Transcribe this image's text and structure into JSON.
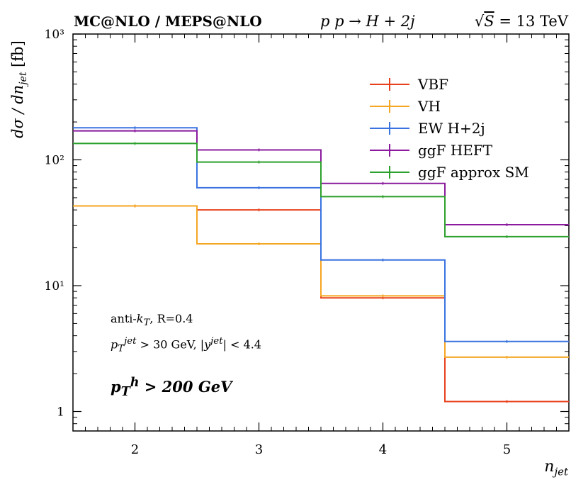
{
  "header": {
    "left": "MC@NLO / MEPS@NLO",
    "middle": "pp → H + 2j",
    "right": "√S = 13 TeV"
  },
  "annotations": {
    "line1": "anti-kT, R=0.4",
    "line2": "pT^jet > 30 GeV, |y^jet| < 4.4",
    "line3": "pT^h > 200 GeV"
  },
  "chart_data": {
    "type": "line",
    "step": true,
    "title": "",
    "xlabel": "n_jet",
    "ylabel": "dσ/dn_jet [fb]",
    "yscale": "log",
    "ylim": [
      0.7,
      1000
    ],
    "xlim": [
      1.5,
      5.5
    ],
    "x_ticks": [
      2,
      3,
      4,
      5
    ],
    "y_ticks": [
      "1",
      "10¹",
      "10²",
      "10³"
    ],
    "bin_edges": [
      1.5,
      2.5,
      3.5,
      4.5,
      5.5
    ],
    "legend_position": "top-right",
    "series": [
      {
        "name": "VBF",
        "color": "#e8401c",
        "values": [
          43,
          40,
          8,
          1.2
        ]
      },
      {
        "name": "VH",
        "color": "#f5a623",
        "values": [
          43,
          21.5,
          8.3,
          2.7
        ]
      },
      {
        "name": "EW H+2j",
        "color": "#3a73e0",
        "values": [
          180,
          60,
          16,
          3.6
        ]
      },
      {
        "name": "ggF HEFT",
        "color": "#8b1a9e",
        "values": [
          170,
          120,
          65,
          30.5
        ]
      },
      {
        "name": "ggF approx SM",
        "color": "#2ca02c",
        "values": [
          135,
          96,
          51,
          24.5
        ]
      }
    ]
  }
}
